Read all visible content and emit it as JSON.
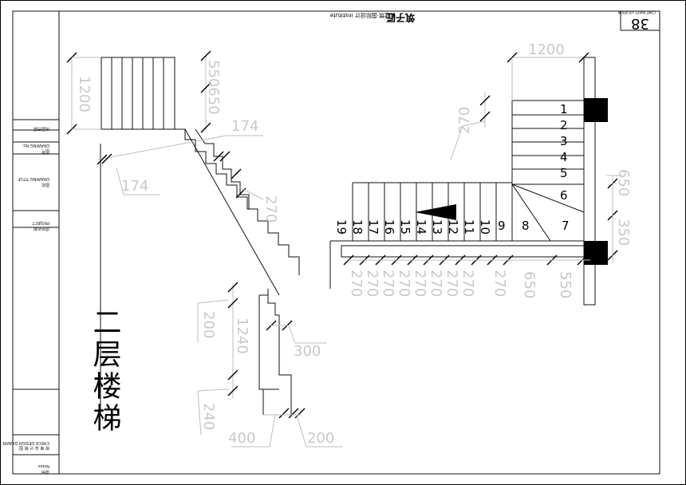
{
  "sheet_number": "38",
  "header_brand": "筑子匠",
  "header_sub": "衡建筑·国际设计 institute",
  "top_right_tag": "CONT SHEET LOCATION",
  "drawing_title": "二层楼梯",
  "sidebar": {
    "project": "项目名称",
    "project_en": "PROJECT",
    "drawing_title_cn": "图名",
    "drawing_title_en": "DRAWING TITLE",
    "drawing_no_cn": "图号",
    "drawing_no_en": "DRAWING No.",
    "scale_cn": "比例",
    "date_cn": "出图日期",
    "sign_row": "校 审 设 计 制 图",
    "sign_row_en": "CHECK DESIGN DRAWN",
    "notes_cn": "说明",
    "notes_en": "Notes"
  },
  "left_dims": {
    "d1200": "1200",
    "d550650": "550650",
    "d174a": "174",
    "d174b": "174",
    "d270": "270",
    "d200a": "200",
    "d1240": "1240",
    "d300": "300",
    "d240": "240",
    "d400": "400",
    "d200b": "200"
  },
  "right_dims": {
    "d1200": "1200",
    "d270": "270",
    "d650": "650",
    "d350": "350",
    "d550": "550",
    "d650b": "650",
    "bottom_270": [
      "270",
      "270",
      "270",
      "270",
      "270",
      "270",
      "270",
      "270",
      "270"
    ]
  },
  "steps": [
    "1",
    "2",
    "3",
    "4",
    "5",
    "6",
    "7",
    "8",
    "9",
    "10",
    "11",
    "12",
    "13",
    "14",
    "15",
    "16",
    "17",
    "18",
    "19"
  ]
}
